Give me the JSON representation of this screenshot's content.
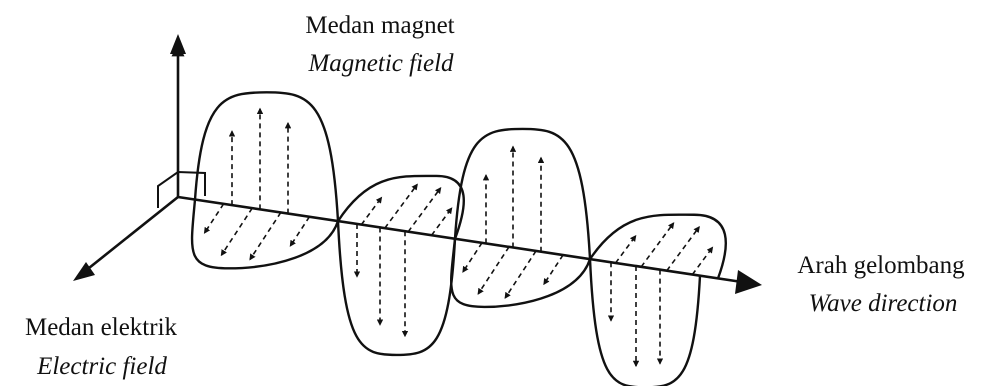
{
  "labels": {
    "magnetic_id": "Medan magnet",
    "magnetic_en": "Magnetic field",
    "electric_id": "Medan elektrik",
    "electric_en": "Electric field",
    "wave_id": "Arah gelombang",
    "wave_en": "Wave direction"
  },
  "style": {
    "line_color": "#111111",
    "background": "#ffffff"
  }
}
